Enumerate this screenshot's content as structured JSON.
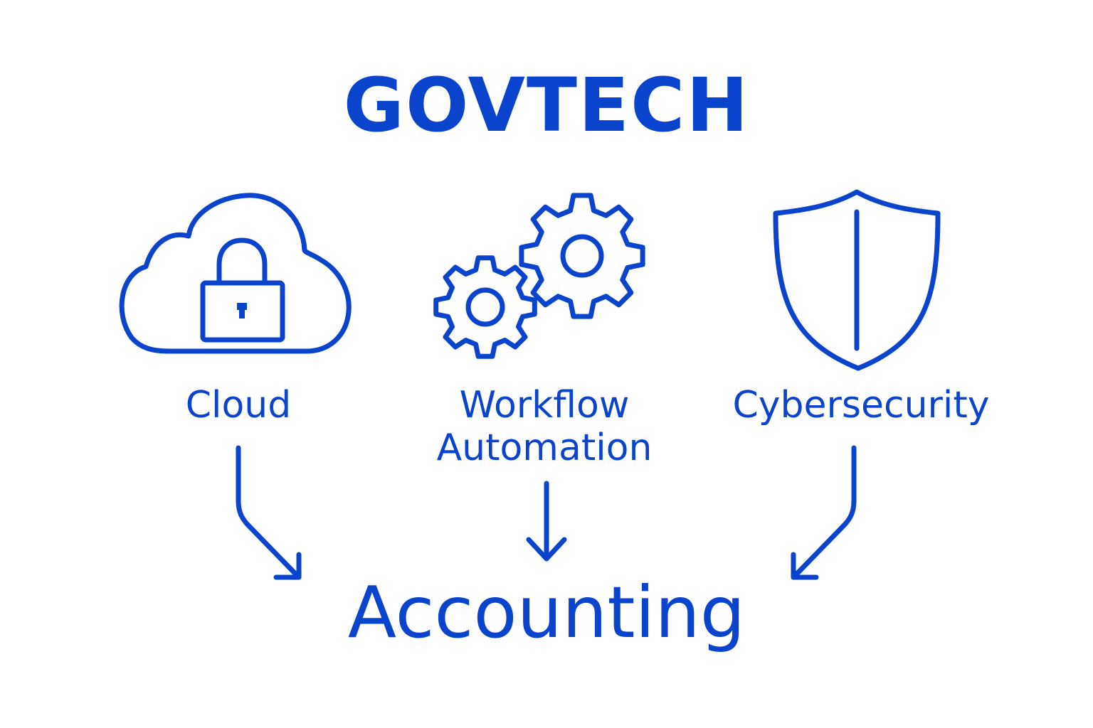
{
  "colors": {
    "accent": "#0a44cc",
    "background": "#ffffff"
  },
  "title": "GOVTECH",
  "nodes": [
    {
      "id": "cloud",
      "label": "Cloud",
      "icon": "cloud-lock-icon"
    },
    {
      "id": "workflow",
      "label_line1": "Workflow",
      "label_line2": "Automation",
      "icon": "gears-icon"
    },
    {
      "id": "cybersecurity",
      "label": "Cybersecurity",
      "icon": "shield-icon"
    }
  ],
  "target": "Accounting",
  "edges": [
    {
      "from": "cloud",
      "to": "target"
    },
    {
      "from": "workflow",
      "to": "target"
    },
    {
      "from": "cybersecurity",
      "to": "target"
    }
  ]
}
